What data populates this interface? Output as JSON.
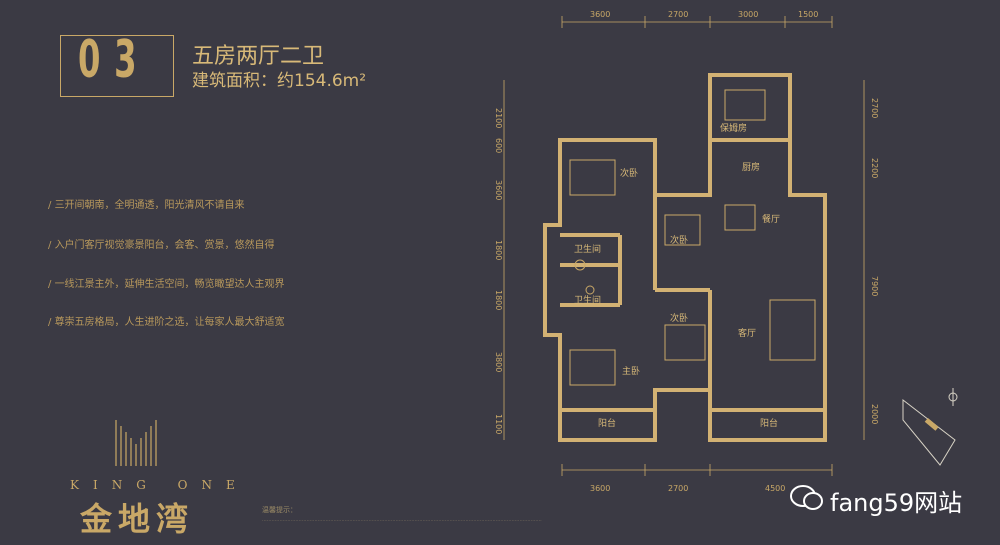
{
  "unit": {
    "number": "03",
    "type": "五房两厅二卫",
    "area": "建筑面积：约154.6m²"
  },
  "features": [
    "三开间朝南，全明通透，阳光清风不请自来",
    "入户门客厅视觉豪景阳台，会客、赏景，悠然自得",
    "一线江景主外，延伸生活空间，畅览瞰望达人主观界",
    "尊崇五房格局，人生进阶之选，让每家人最大舒适宽"
  ],
  "rooms": {
    "maid_room": "保姆房",
    "kitchen": "厨房",
    "dining": "餐厅",
    "living": "客厅",
    "bedroom_top": "次卧",
    "bedroom_mid": "次卧",
    "bedroom_lower": "次卧",
    "master": "主卧",
    "bath_1": "卫生间",
    "bath_2": "卫生间",
    "balcony_left": "阳台",
    "balcony_right": "阳台"
  },
  "dimensions": {
    "top": [
      "3600",
      "2700",
      "3000",
      "1500"
    ],
    "bottom": [
      "3600",
      "2700",
      "4500"
    ],
    "left": [
      "2100",
      "600",
      "3600",
      "1800",
      "1800",
      "3800",
      "1100"
    ],
    "right": [
      "2700",
      "2200",
      "7900",
      "2000"
    ]
  },
  "brand": {
    "english": "KING ONE",
    "chinese": "金地湾"
  },
  "notes_title": "温馨提示：",
  "watermark": "fang59网站",
  "colors": {
    "background": "#3b3a44",
    "gold": "#c9a867",
    "wall": "#d2b173"
  }
}
